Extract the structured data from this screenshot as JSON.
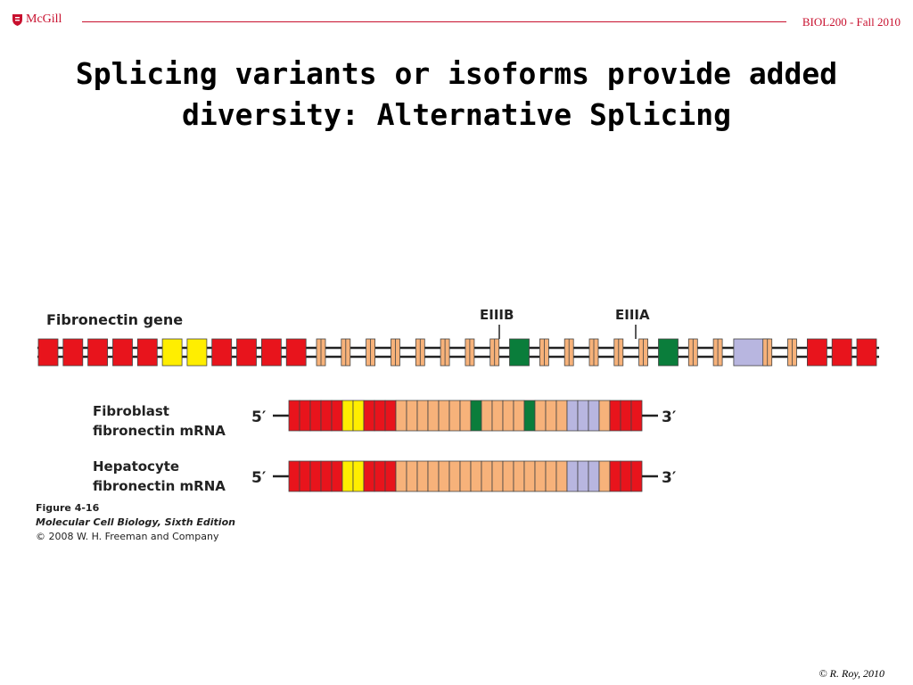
{
  "header": {
    "brand": "McGill",
    "course": "BIOL200 - Fall 2010",
    "brand_color": "#c8102e"
  },
  "slide": {
    "title_line1": "Splicing variants or isoforms provide added",
    "title_line2": "diversity: Alternative Splicing",
    "copyright": "© R. Roy, 2010"
  },
  "figure": {
    "gene_label": "Fibronectin gene",
    "exon_labels": [
      "EIIIB",
      "EIIIA"
    ],
    "fibroblast_label_1": "Fibroblast",
    "fibroblast_label_2": "fibronectin mRNA",
    "hepatocyte_label_1": "Hepatocyte",
    "hepatocyte_label_2": "fibronectin mRNA",
    "five_prime": "5′",
    "three_prime": "3′",
    "caption_fig": "Figure 4-16",
    "caption_book": "Molecular Cell Biology, Sixth Edition",
    "caption_pub": "© 2008 W. H. Freeman and Company",
    "colors": {
      "red": "#e8141c",
      "yellow": "#ffee00",
      "orange": "#f7b27a",
      "green": "#0a7d3b",
      "lavender": "#b8b6e0"
    },
    "gene_exons": [
      "red",
      "red",
      "red",
      "red",
      "red",
      "yellow",
      "yellow",
      "red",
      "red",
      "red",
      "red",
      "orange",
      "orange",
      "orange",
      "orange",
      "orange",
      "orange",
      "orange",
      "orange",
      "green",
      "orange",
      "orange",
      "orange",
      "orange",
      "orange",
      "green",
      "orange",
      "orange",
      "lavender",
      "orange",
      "orange",
      "red",
      "red",
      "red"
    ],
    "fibroblast_mrna": [
      "red",
      "red",
      "red",
      "red",
      "red",
      "yellow",
      "yellow",
      "red",
      "red",
      "red",
      "orange",
      "orange",
      "orange",
      "orange",
      "orange",
      "orange",
      "orange",
      "green",
      "orange",
      "orange",
      "orange",
      "orange",
      "green",
      "orange",
      "orange",
      "orange",
      "lavender",
      "lavender",
      "lavender",
      "orange",
      "red",
      "red",
      "red"
    ],
    "hepatocyte_mrna": [
      "red",
      "red",
      "red",
      "red",
      "red",
      "yellow",
      "yellow",
      "red",
      "red",
      "red",
      "orange",
      "orange",
      "orange",
      "orange",
      "orange",
      "orange",
      "orange",
      "orange",
      "orange",
      "orange",
      "orange",
      "orange",
      "orange",
      "orange",
      "orange",
      "orange",
      "lavender",
      "lavender",
      "lavender",
      "orange",
      "red",
      "red",
      "red"
    ]
  }
}
